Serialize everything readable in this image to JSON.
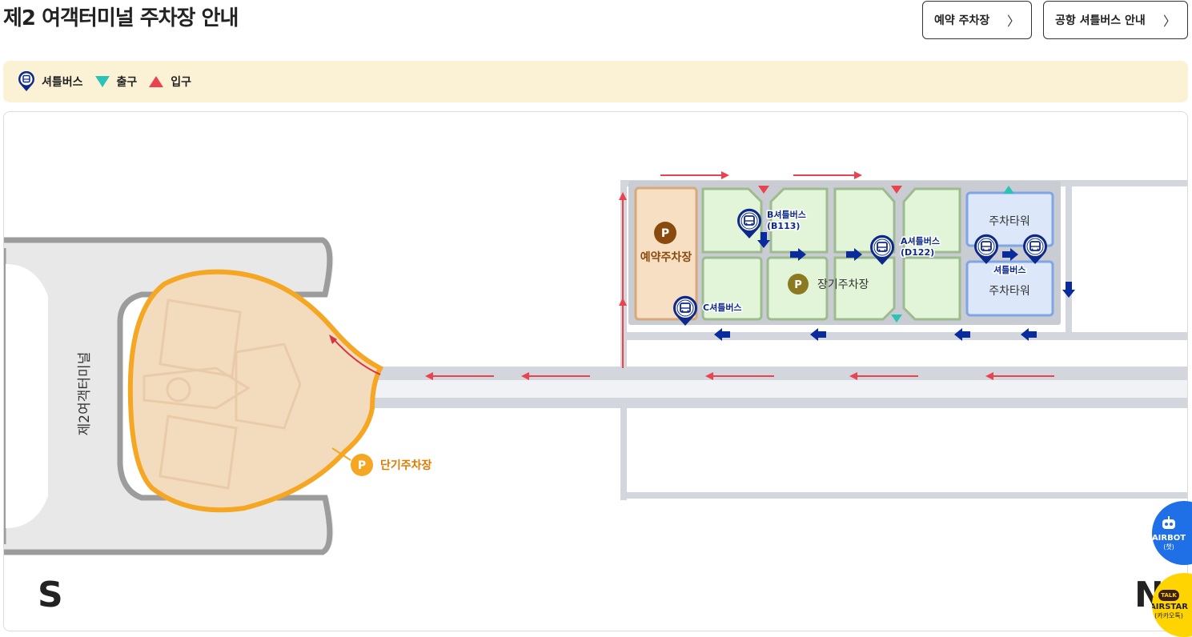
{
  "page": {
    "title": "제2 여객터미널 주차장 안내"
  },
  "buttons": {
    "reserve": "예약 주차장",
    "shuttle_info": "공항 셔틀버스 안내",
    "chevron": "〉"
  },
  "legend": {
    "shuttle": "셔틀버스",
    "exit": "출구",
    "entrance": "입구",
    "exit_color": "#2bc3b5",
    "entrance_color": "#e8434f"
  },
  "map": {
    "terminal_label": "제2여객터미널",
    "short_term_parking": "단기주차장",
    "reserved_parking": "예약주차장",
    "long_term_parking": "장기주차장",
    "parking_tower_top": "주차타워",
    "parking_tower_bottom": "주차타워",
    "parking_symbol": "P",
    "shuttle_b_line1": "B셔틀버스",
    "shuttle_b_line2": "(B113)",
    "shuttle_a_line1": "A셔틀버스",
    "shuttle_a_line2": "(D122)",
    "shuttle_c": "C셔틀버스",
    "shuttle_tower": "셔틀버스",
    "compass_south": "S",
    "compass_north": "N",
    "colors": {
      "reserved_fill": "#f7dfc3",
      "long_term_fill": "#e3f5d8",
      "tower_fill": "#dce8fa",
      "road": "#d3d6dc",
      "short_term_outline": "#f5a623",
      "shuttle_pin": "#0d2a8a",
      "direction_arrow": "#0a2b9c"
    }
  },
  "floating": {
    "airbot_title": "AIRBOT",
    "airbot_sub": "(챗)",
    "airstar_badge": "TALK",
    "airstar_title": "AIRSTAR",
    "airstar_sub": "(카카오톡)"
  }
}
